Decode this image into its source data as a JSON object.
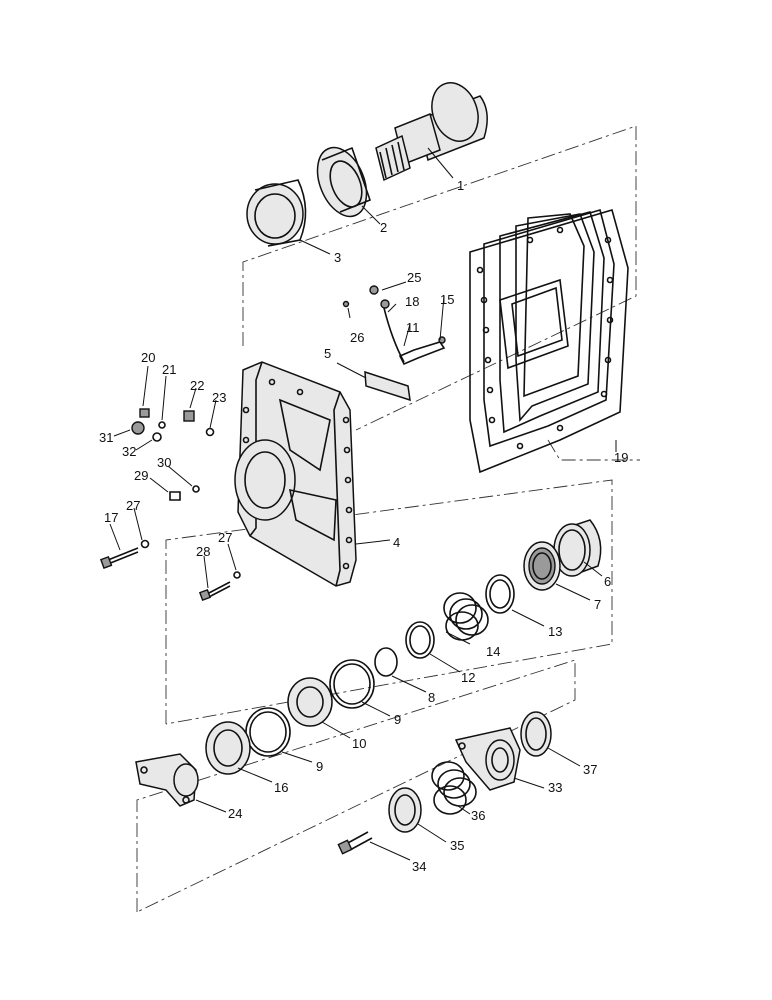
{
  "callouts": [
    {
      "id": "c1",
      "text": "1"
    },
    {
      "id": "c2",
      "text": "2"
    },
    {
      "id": "c3",
      "text": "3"
    },
    {
      "id": "c4",
      "text": "4"
    },
    {
      "id": "c5",
      "text": "5"
    },
    {
      "id": "c6",
      "text": "6"
    },
    {
      "id": "c7",
      "text": "7"
    },
    {
      "id": "c8",
      "text": "8"
    },
    {
      "id": "c9a",
      "text": "9"
    },
    {
      "id": "c9b",
      "text": "9"
    },
    {
      "id": "c10",
      "text": "10"
    },
    {
      "id": "c11",
      "text": "11"
    },
    {
      "id": "c12",
      "text": "12"
    },
    {
      "id": "c13",
      "text": "13"
    },
    {
      "id": "c14",
      "text": "14"
    },
    {
      "id": "c15",
      "text": "15"
    },
    {
      "id": "c16",
      "text": "16"
    },
    {
      "id": "c17",
      "text": "17"
    },
    {
      "id": "c18",
      "text": "18"
    },
    {
      "id": "c19",
      "text": "19"
    },
    {
      "id": "c20",
      "text": "20"
    },
    {
      "id": "c21",
      "text": "21"
    },
    {
      "id": "c22",
      "text": "22"
    },
    {
      "id": "c23",
      "text": "23"
    },
    {
      "id": "c24",
      "text": "24"
    },
    {
      "id": "c25",
      "text": "25"
    },
    {
      "id": "c26",
      "text": "26"
    },
    {
      "id": "c27a",
      "text": "27"
    },
    {
      "id": "c27b",
      "text": "27"
    },
    {
      "id": "c28",
      "text": "28"
    },
    {
      "id": "c29",
      "text": "29"
    },
    {
      "id": "c30",
      "text": "30"
    },
    {
      "id": "c31",
      "text": "31"
    },
    {
      "id": "c32",
      "text": "32"
    },
    {
      "id": "c33",
      "text": "33"
    },
    {
      "id": "c34",
      "text": "34"
    },
    {
      "id": "c35",
      "text": "35"
    },
    {
      "id": "c36",
      "text": "36"
    },
    {
      "id": "c37",
      "text": "37"
    }
  ]
}
